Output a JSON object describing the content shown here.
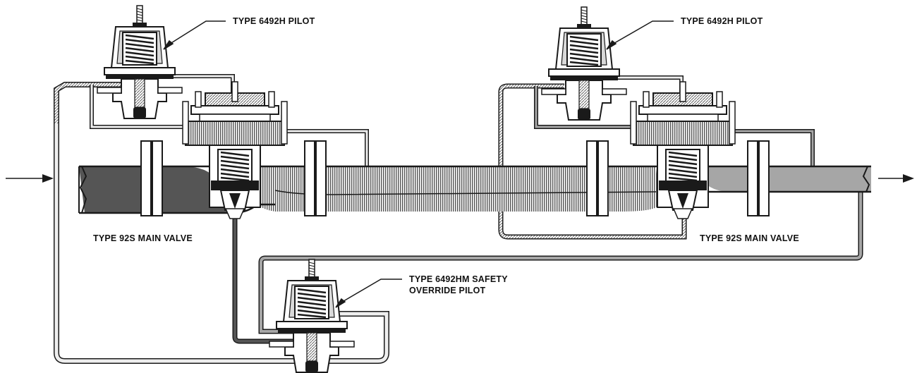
{
  "labels": {
    "pilot_left": "TYPE 6492H PILOT",
    "pilot_right": "TYPE 6492H PILOT",
    "main_valve_left": "TYPE 92S MAIN VALVE",
    "main_valve_right": "TYPE 92S MAIN VALVE",
    "safety_pilot_line1": "TYPE 6492HM SAFETY",
    "safety_pilot_line2": "OVERRIDE PILOT"
  },
  "colors": {
    "outline": "#1a1a1a",
    "inlet_pressure": "#555555",
    "intermediate_pressure": "#bdbdbd",
    "outlet_pressure": "#a6a6a6",
    "casting": "#ffffff"
  }
}
